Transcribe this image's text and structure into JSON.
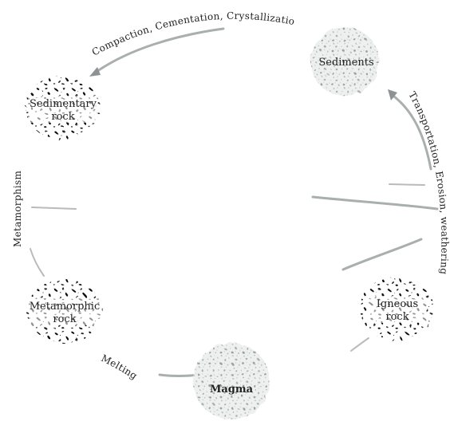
{
  "nodes": {
    "sediments": "Sediments",
    "sedimentary_line1": "Sedimentary",
    "sedimentary_line2": "rock",
    "metamorphic_line1": "Metamorphic",
    "metamorphic_line2": "rock",
    "igneous_line1": "Igneous",
    "igneous_line2": "rock",
    "magma": "Magma"
  },
  "processes": {
    "top": "Compaction, Cementation, Crystallizatio",
    "right": "Transportation, Erosion, weathering",
    "left": "Metamorphism",
    "bottom": "Melting"
  },
  "colors": {
    "speckle_dark": "#111111",
    "speckle_gray": "#9aa3a3",
    "arrow": "#9aa0a0"
  }
}
